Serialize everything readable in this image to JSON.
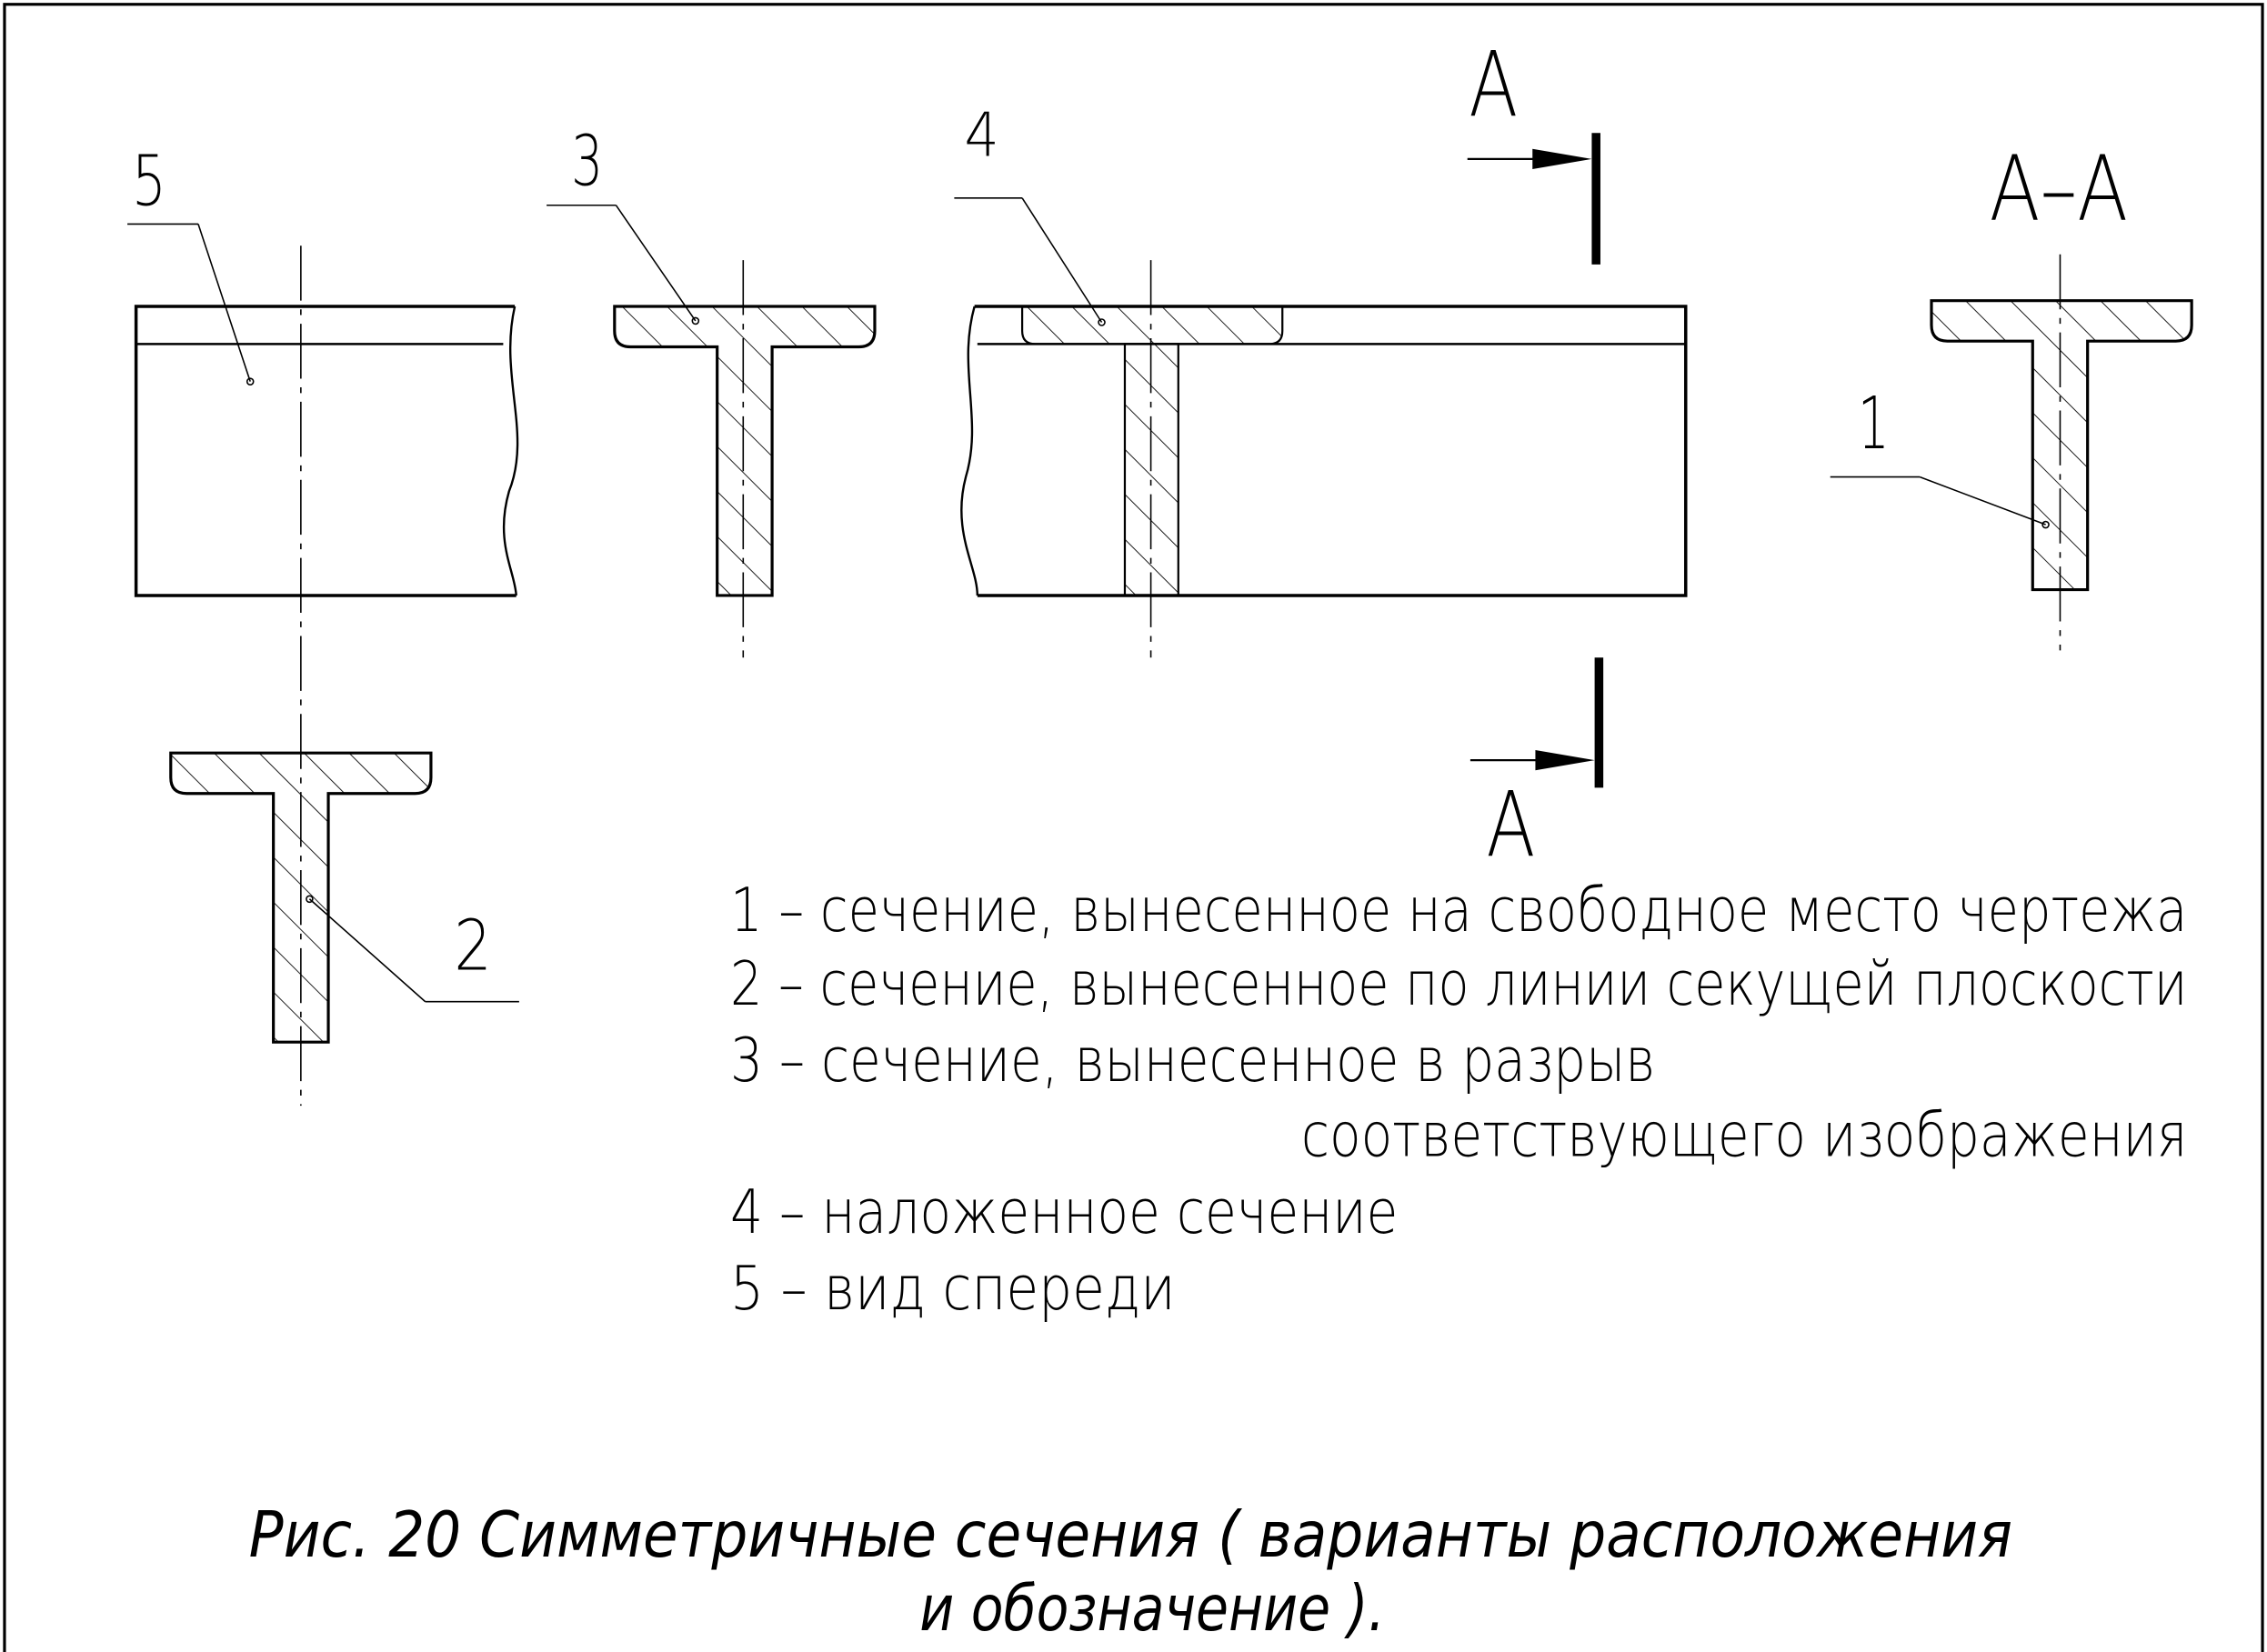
{
  "labels": {
    "view_front": "5",
    "section_break": "3",
    "section_overlaid": "4",
    "section_aa": "1",
    "section_on_plane": "2",
    "cut_mark_top": "А",
    "cut_mark_bottom": "А",
    "section_title": "А–А"
  },
  "legend": [
    "1 – сечение, вынесенное на свободное место чертежа",
    "2 – сечение, вынесенное по линии секущей плоскости",
    "3 – сечение, вынесенное  в разрыв",
    "соответствующего изображения",
    "4 – наложенное  сечение",
    "5 – вид  спереди"
  ],
  "caption": {
    "line1": "Рис. 20  Симметричные  сечения  ( варианты расположения",
    "line2": "и обозначение )."
  }
}
